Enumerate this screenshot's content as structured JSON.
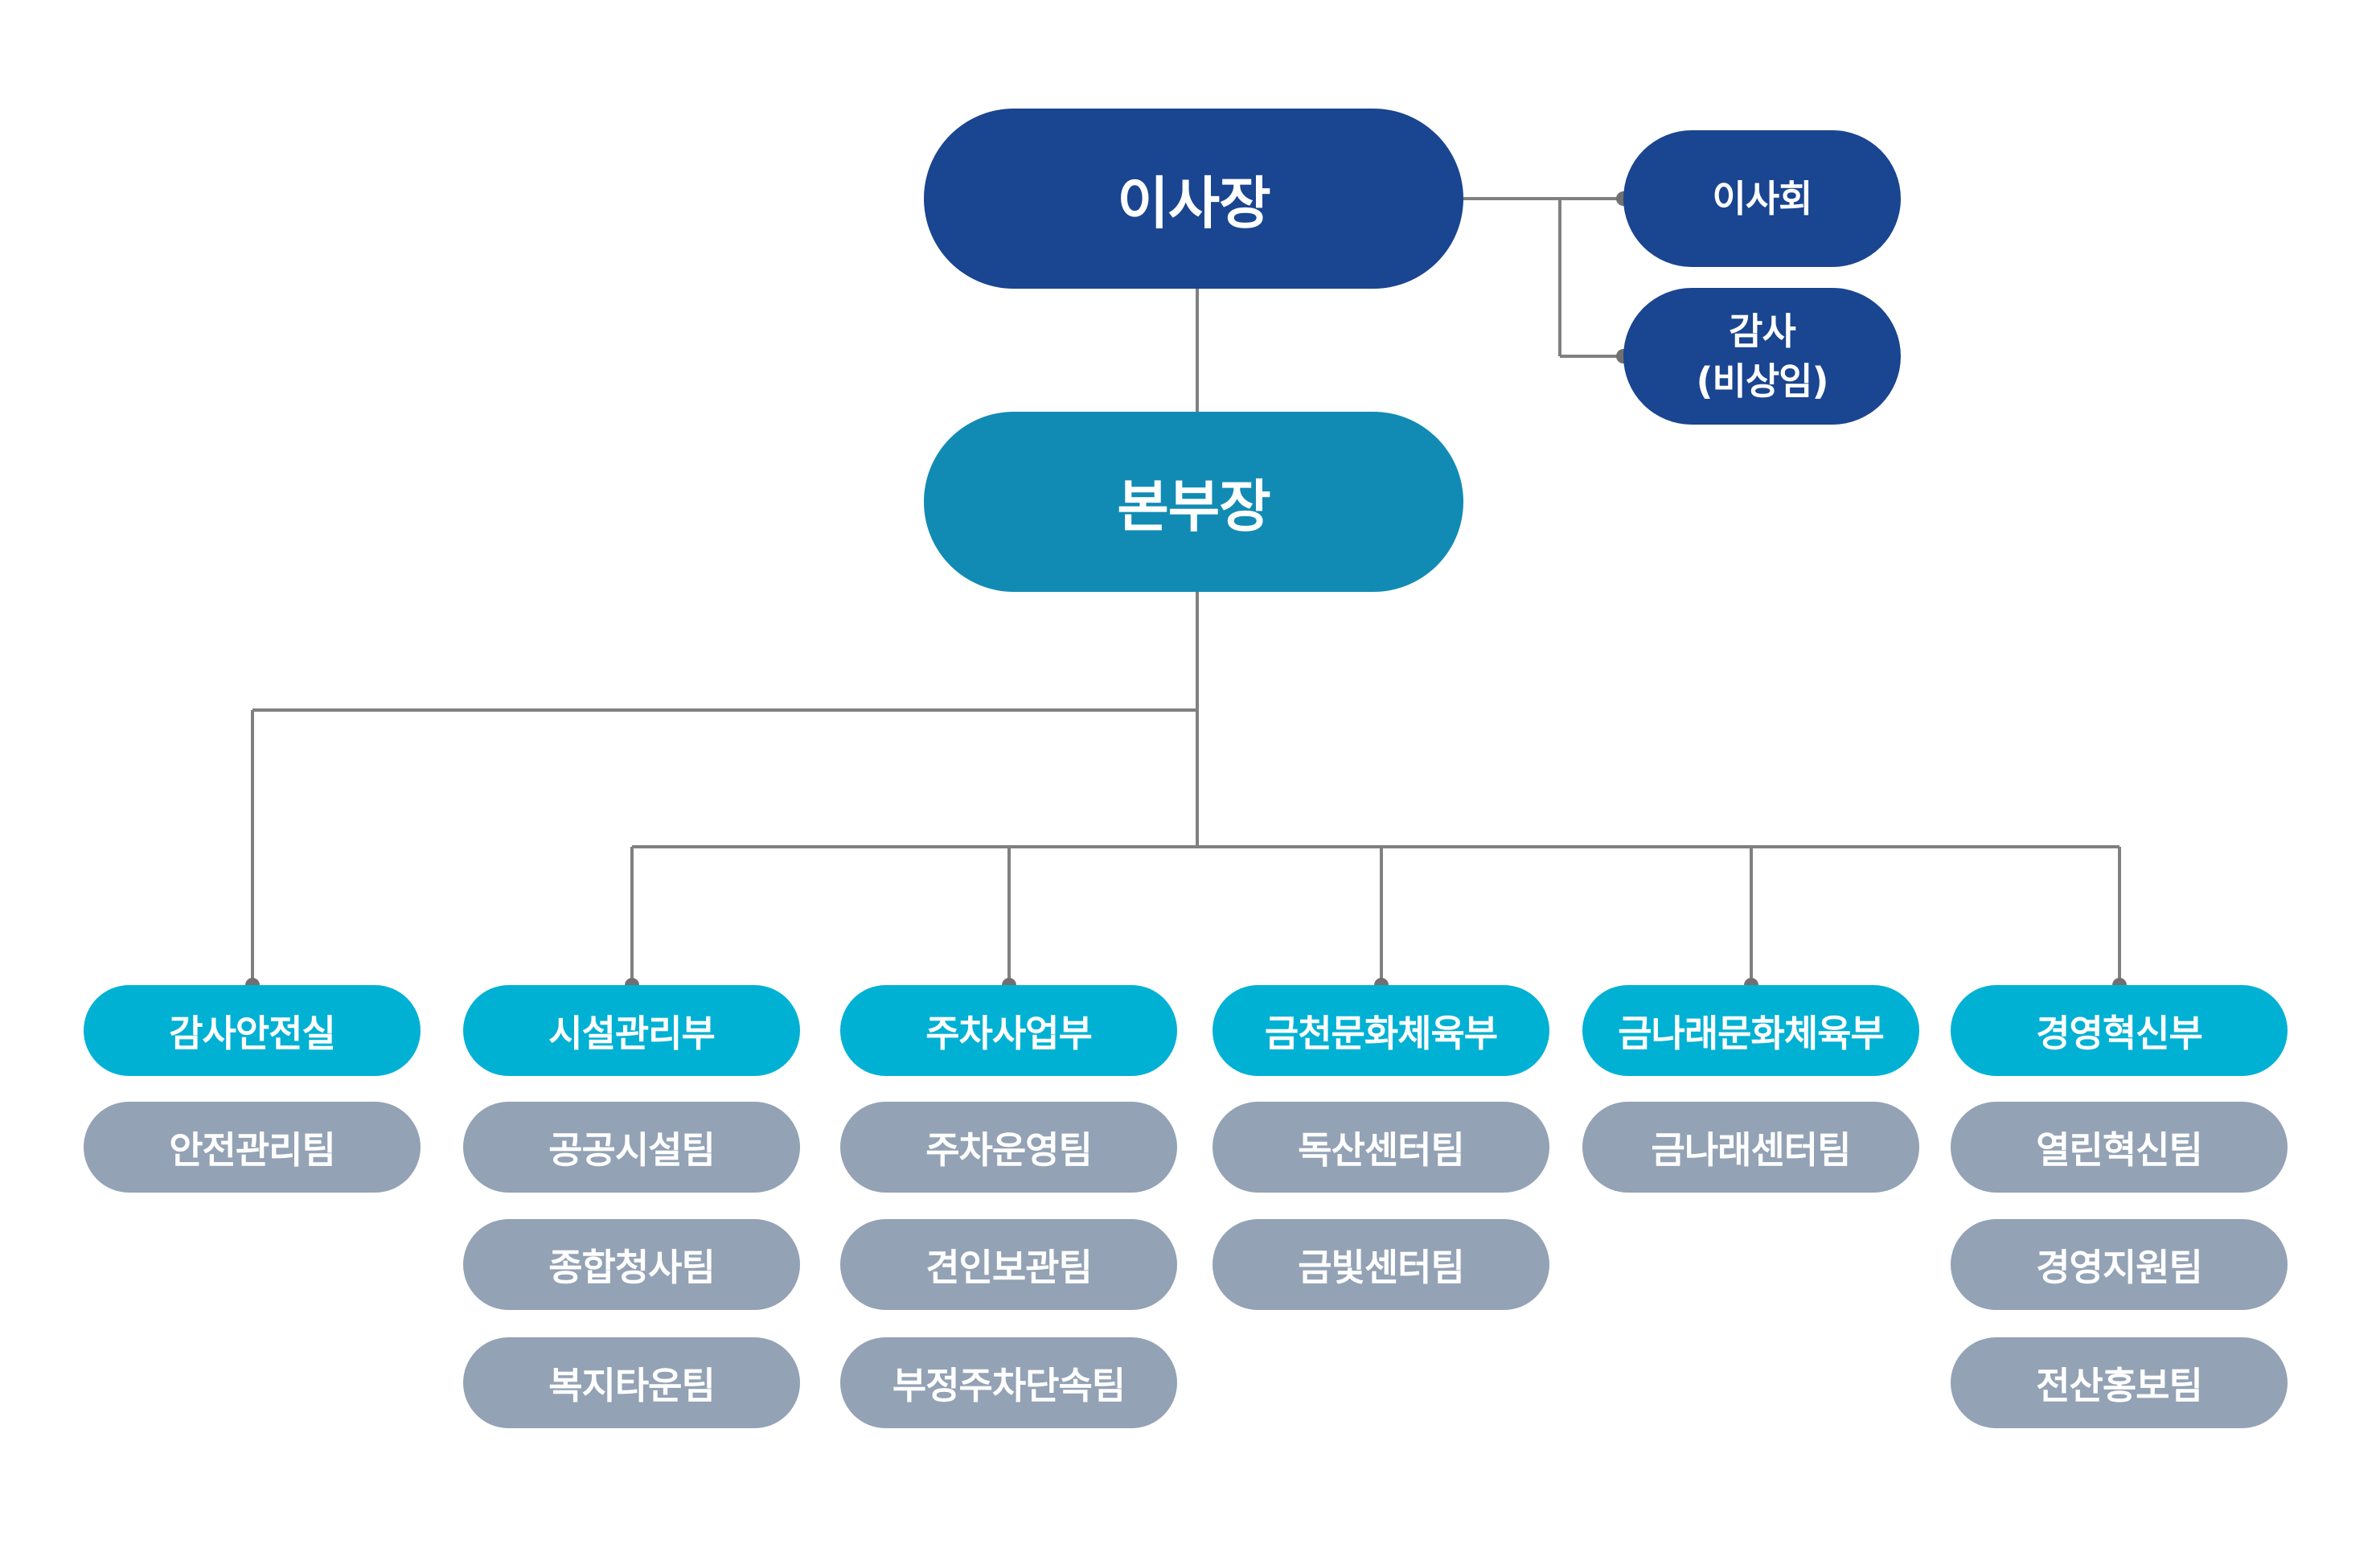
{
  "colors": {
    "top": "#1a4590",
    "hq": "#118bb4",
    "dept": "#00b1d4",
    "team": "#93a2b4",
    "line": "#808080",
    "dot": "#707070"
  },
  "org": {
    "chair": "이사장",
    "board": [
      {
        "label": "이사회"
      },
      {
        "label": "감사",
        "sub": "(비상임)"
      }
    ],
    "hq": "본부장",
    "departments": [
      {
        "name": "감사안전실",
        "teams": [
          "안전관리팀"
        ]
      },
      {
        "name": "시설관리부",
        "teams": [
          "공공시설팀",
          "종합청사팀",
          "복지타운팀"
        ]
      },
      {
        "name": "주차사업부",
        "teams": [
          "주차운영팀",
          "견인보관팀",
          "부정주차단속팀"
        ]
      },
      {
        "name": "금천문화체육부",
        "teams": [
          "독산센터팀",
          "금빛센터팀"
        ]
      },
      {
        "name": "금나래문화체육부",
        "teams": [
          "금나래센터팀"
        ]
      },
      {
        "name": "경영혁신부",
        "teams": [
          "열린혁신팀",
          "경영지원팀",
          "전산홍보팀"
        ]
      }
    ]
  }
}
